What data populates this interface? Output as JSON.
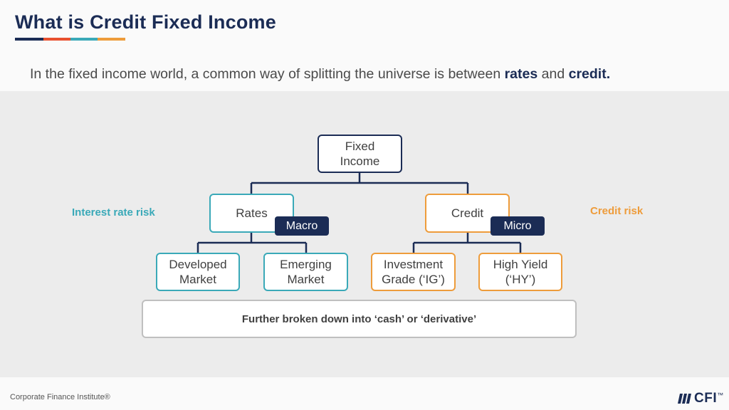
{
  "header": {
    "title": "What is Credit Fixed Income",
    "accent_colors": [
      "#1b2c55",
      "#e8502f",
      "#3aa9b8",
      "#ee9c3b"
    ]
  },
  "intro": {
    "prefix": "In the fixed income world, a common way of splitting the universe is between ",
    "rates": "rates",
    "and": " and ",
    "credit": "credit."
  },
  "diagram": {
    "root": "Fixed\nIncome",
    "rates": "Rates",
    "credit": "Credit",
    "macro_tag": "Macro",
    "micro_tag": "Micro",
    "developed": "Developed\nMarket",
    "emerging": "Emerging\nMarket",
    "investment_grade": "Investment\nGrade (‘IG’)",
    "high_yield": "High Yield\n(‘HY’)",
    "interest_rate_risk": "Interest rate risk",
    "credit_risk": "Credit risk",
    "breakdown_note": "Further broken down into ‘cash’ or ‘derivative’",
    "colors": {
      "navy": "#1b2c55",
      "teal": "#3aa9b8",
      "orange": "#ee9c3b"
    }
  },
  "footer": {
    "company": "Corporate Finance Institute®",
    "logo_text": "CFI",
    "logo_mark": "™"
  }
}
